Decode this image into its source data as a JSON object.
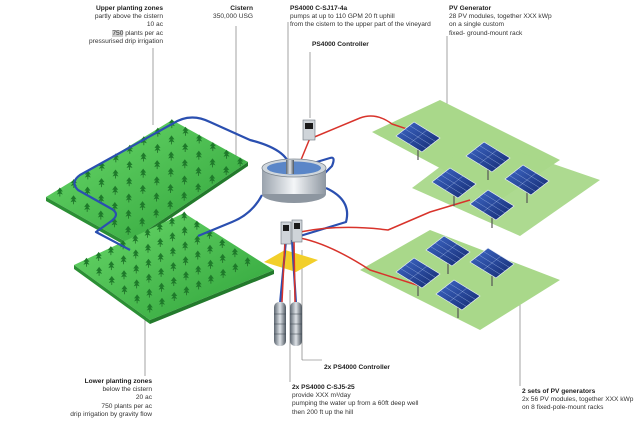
{
  "labels": {
    "upper_zone": {
      "title": "Upper planting zones",
      "lines": [
        "partly above the cistern",
        "10 ac",
        "pressurised drip irrigation"
      ],
      "plants_value": "750",
      "plants_suffix": " plants per ac"
    },
    "cistern": {
      "title": "Cistern",
      "lines": [
        "350,000 USG"
      ]
    },
    "pump_upper": {
      "title": "PS4000 C-SJ17-4a",
      "lines": [
        "pumps at up to 110 GPM 20 ft uphill",
        "from the cistern to the upper part of the vineyard"
      ]
    },
    "controller_upper": {
      "title": "PS4000 Controller"
    },
    "pv_generator": {
      "title": "PV Generator",
      "lines": [
        "28 PV modules, together XXX kWp",
        "on a single custom",
        "fixed- ground-mount rack"
      ]
    },
    "controllers_lower": {
      "title": "2x PS4000 Controller"
    },
    "lower_zone": {
      "title": "Lower planting zones",
      "lines": [
        "below the cistern",
        "20 ac",
        "750 plants per ac",
        "drip irrigation by gravity flow"
      ]
    },
    "pumps_lower": {
      "title": "2x PS4000 C-SJ5-25",
      "lines": [
        "provide XXX m³/day",
        "pumping the water up from a 60ft deep well",
        "then 200 ft up the hill"
      ]
    },
    "pv_generators": {
      "title": "2 sets of PV generators",
      "lines": [
        "2x 56 PV modules, together XXX kWp",
        "on 8 fixed-pole-mount racks"
      ]
    }
  },
  "colors": {
    "field_green": "#4fc24f",
    "pv_pad_green": "#a9d88a",
    "water_pipe_blue": "#2a4fb0",
    "power_cable_red": "#d8332b",
    "controller_pad_yellow": "#f2cf2a",
    "solar_panel_blue": "#1c3d9a"
  }
}
